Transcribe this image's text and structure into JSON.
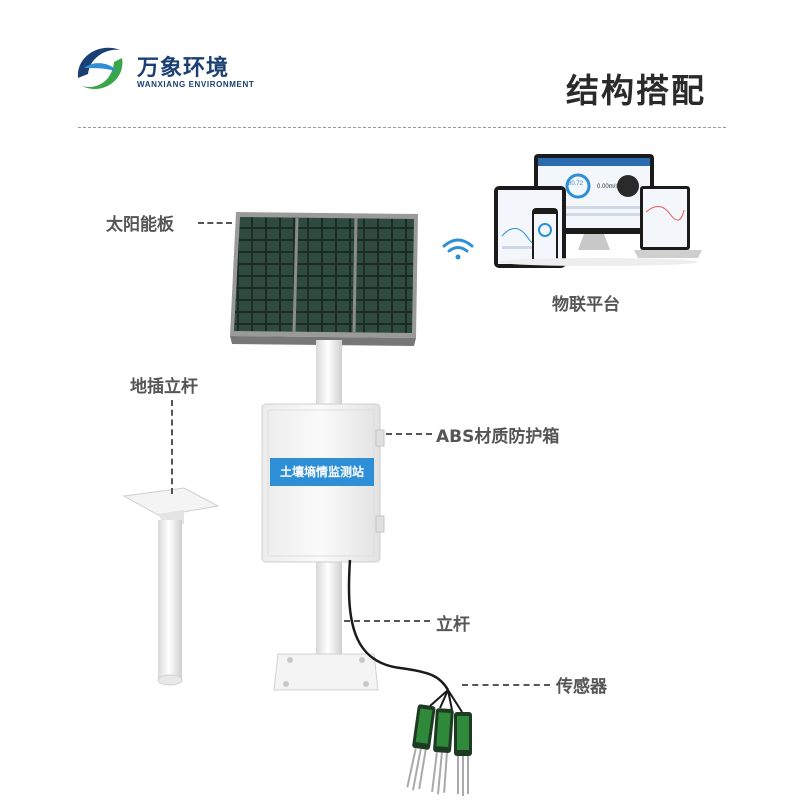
{
  "brand": {
    "name_cn": "万象环境",
    "name_en": "WANXIANG ENVIRONMENT"
  },
  "page_title": "结构搭配",
  "labels": {
    "solar_panel": "太阳能板",
    "iot_platform": "物联平台",
    "ground_pole": "地插立杆",
    "abs_box": "ABS材质防护箱",
    "pole": "立杆",
    "sensor": "传感器"
  },
  "box_plate_text": "土壤墒情监测站",
  "dashboard": {
    "gauge_value": "80.72",
    "wind_value": "0.00m/s"
  },
  "colors": {
    "brand_blue": "#1a3f73",
    "brand_green": "#3aa64a",
    "plate_blue": "#2f8fd6",
    "dash": "#555555"
  }
}
